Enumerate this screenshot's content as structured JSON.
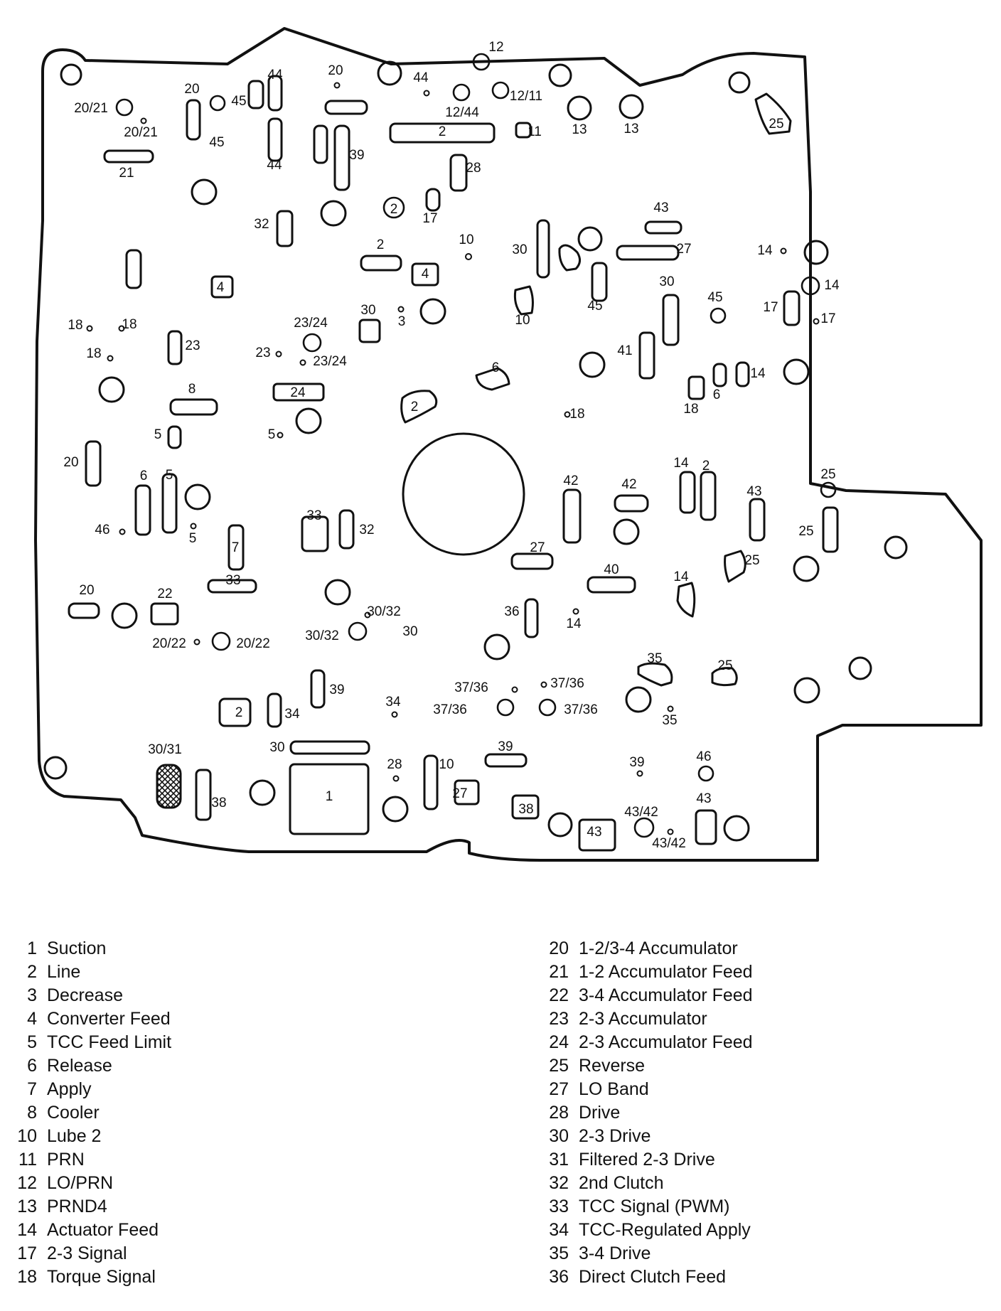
{
  "diagram": {
    "labels": [
      "20/21",
      "20/21",
      "21",
      "20",
      "45",
      "45",
      "44",
      "44",
      "20",
      "39",
      "2",
      "12/44",
      "44",
      "12",
      "12/11",
      "11",
      "13",
      "13",
      "25",
      "28",
      "17",
      "32",
      "2",
      "2",
      "4",
      "4",
      "10",
      "30",
      "43",
      "27",
      "14",
      "14",
      "17",
      "17",
      "45",
      "30",
      "18",
      "18",
      "23/24",
      "23",
      "23/24",
      "23",
      "30",
      "3",
      "45",
      "10",
      "41",
      "14",
      "6",
      "18",
      "18",
      "18",
      "24",
      "8",
      "2",
      "6",
      "5",
      "5",
      "20",
      "6",
      "5",
      "46",
      "5",
      "7",
      "33",
      "32",
      "33",
      "42",
      "42",
      "14",
      "2",
      "43",
      "25",
      "25",
      "25",
      "27",
      "40",
      "14",
      "20",
      "22",
      "30/32",
      "30/32",
      "30",
      "20/22",
      "20/22",
      "36",
      "14",
      "35",
      "35",
      "25",
      "39",
      "2",
      "34",
      "34",
      "37/36",
      "37/36",
      "37/36",
      "37/36",
      "30/31",
      "30",
      "28",
      "10",
      "27",
      "39",
      "39",
      "46",
      "38",
      "1",
      "38",
      "43",
      "43/42",
      "43/42",
      "43"
    ]
  },
  "legend": {
    "left": [
      {
        "num": "1",
        "text": "Suction"
      },
      {
        "num": "2",
        "text": "Line"
      },
      {
        "num": "3",
        "text": "Decrease"
      },
      {
        "num": "4",
        "text": "Converter Feed"
      },
      {
        "num": "5",
        "text": "TCC Feed Limit"
      },
      {
        "num": "6",
        "text": "Release"
      },
      {
        "num": "7",
        "text": "Apply"
      },
      {
        "num": "8",
        "text": "Cooler"
      },
      {
        "num": "10",
        "text": "Lube 2"
      },
      {
        "num": "11",
        "text": "PRN"
      },
      {
        "num": "12",
        "text": "LO/PRN"
      },
      {
        "num": "13",
        "text": "PRND4"
      },
      {
        "num": "14",
        "text": "Actuator Feed"
      },
      {
        "num": "17",
        "text": "2-3 Signal"
      },
      {
        "num": "18",
        "text": "Torque Signal"
      }
    ],
    "right": [
      {
        "num": "20",
        "text": "1-2/3-4 Accumulator"
      },
      {
        "num": "21",
        "text": "1-2 Accumulator Feed"
      },
      {
        "num": "22",
        "text": "3-4 Accumulator Feed"
      },
      {
        "num": "23",
        "text": "2-3 Accumulator"
      },
      {
        "num": "24",
        "text": "2-3 Accumulator Feed"
      },
      {
        "num": "25",
        "text": "Reverse"
      },
      {
        "num": "27",
        "text": "LO Band"
      },
      {
        "num": "28",
        "text": "Drive"
      },
      {
        "num": "30",
        "text": "2-3 Drive"
      },
      {
        "num": "31",
        "text": "Filtered 2-3 Drive"
      },
      {
        "num": "32",
        "text": "2nd Clutch"
      },
      {
        "num": "33",
        "text": "TCC Signal (PWM)"
      },
      {
        "num": "34",
        "text": "TCC-Regulated Apply"
      },
      {
        "num": "35",
        "text": "3-4 Drive"
      },
      {
        "num": "36",
        "text": "Direct Clutch Feed"
      }
    ]
  }
}
